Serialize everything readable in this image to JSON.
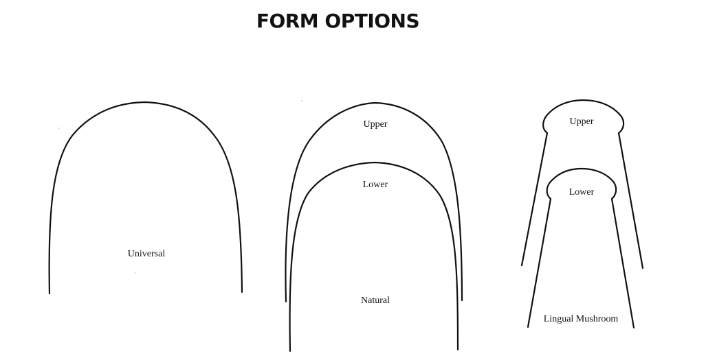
{
  "title": "FORM OPTIONS",
  "forms": {
    "universal": {
      "label": "Universal"
    },
    "natural": {
      "label": "Natural",
      "upper_label": "Upper",
      "lower_label": "Lower"
    },
    "lingual_mushroom": {
      "label": "Lingual Mushroom",
      "upper_label": "Upper",
      "lower_label": "Lower"
    }
  }
}
